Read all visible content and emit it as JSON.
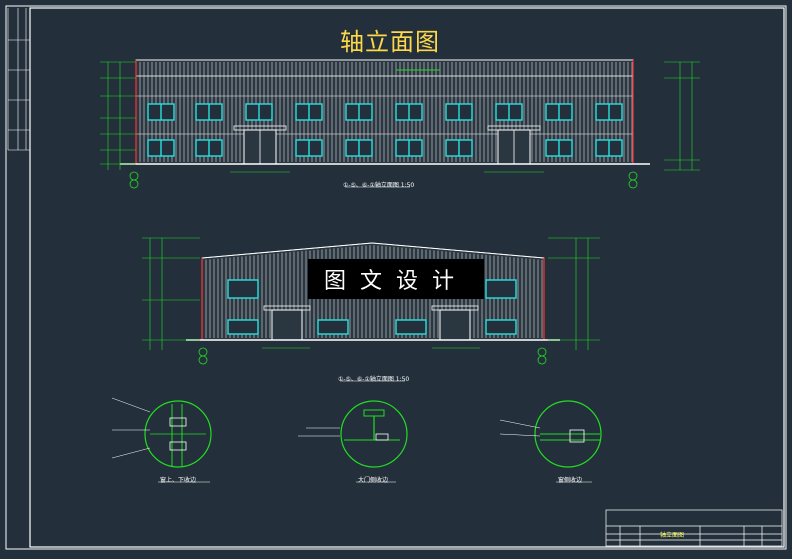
{
  "drawing": {
    "title": "轴立面图",
    "watermark": "图文设计",
    "elevation_top_caption": "①-⑤、⑥-①轴立面图 1:50",
    "elevation_mid_caption": "①-⑤、⑥-①轴立面图 1:50",
    "detail_1_label": "窗上、下收边",
    "detail_2_label": "大门侧收边",
    "detail_3_label": "窗侧收边",
    "titleblock_name": "轴立面图"
  },
  "colors": {
    "background": "#23303b",
    "frame": "#ffffff",
    "outline": "#ffffff",
    "window": "#28e0e0",
    "dimension": "#22dd22",
    "accent_red": "#ff3333",
    "title": "#ffd84a"
  }
}
